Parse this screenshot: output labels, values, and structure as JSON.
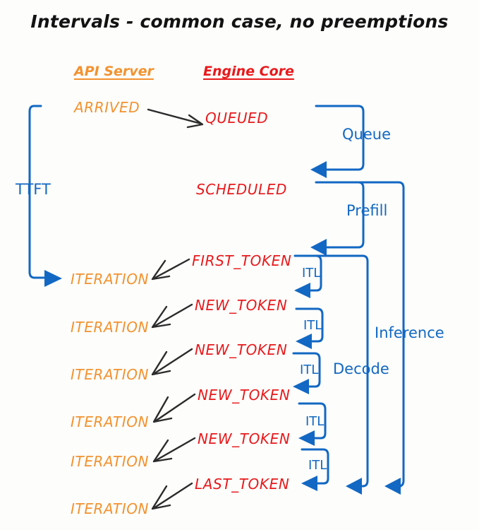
{
  "title": "Intervals - common case, no preemptions",
  "columns": [
    {
      "label": "API Server",
      "color": "#f29230"
    },
    {
      "label": "Engine Core",
      "color": "#e8191c"
    }
  ],
  "colors": {
    "api_server_orange": "#f29230",
    "engine_core_red": "#e8191c",
    "interval_blue": "#1268c3",
    "arrow_black": "#2b2b2b",
    "background": "#fdfdfb"
  },
  "api_events": [
    {
      "label": "ARRIVED"
    },
    {
      "label": "ITERATION"
    },
    {
      "label": "ITERATION"
    },
    {
      "label": "ITERATION"
    },
    {
      "label": "ITERATION"
    },
    {
      "label": "ITERATION"
    },
    {
      "label": "ITERATION"
    }
  ],
  "engine_events": [
    {
      "label": "QUEUED"
    },
    {
      "label": "SCHEDULED"
    },
    {
      "label": "FIRST_TOKEN"
    },
    {
      "label": "NEW_TOKEN"
    },
    {
      "label": "NEW_TOKEN"
    },
    {
      "label": "NEW_TOKEN"
    },
    {
      "label": "NEW_TOKEN"
    },
    {
      "label": "LAST_TOKEN"
    }
  ],
  "intervals": {
    "ttft": "TTFT",
    "queue": "Queue",
    "prefill": "Prefill",
    "decode": "Decode",
    "inference": "Inference",
    "itl": [
      "ITL",
      "ITL",
      "ITL",
      "ITL",
      "ITL"
    ]
  }
}
